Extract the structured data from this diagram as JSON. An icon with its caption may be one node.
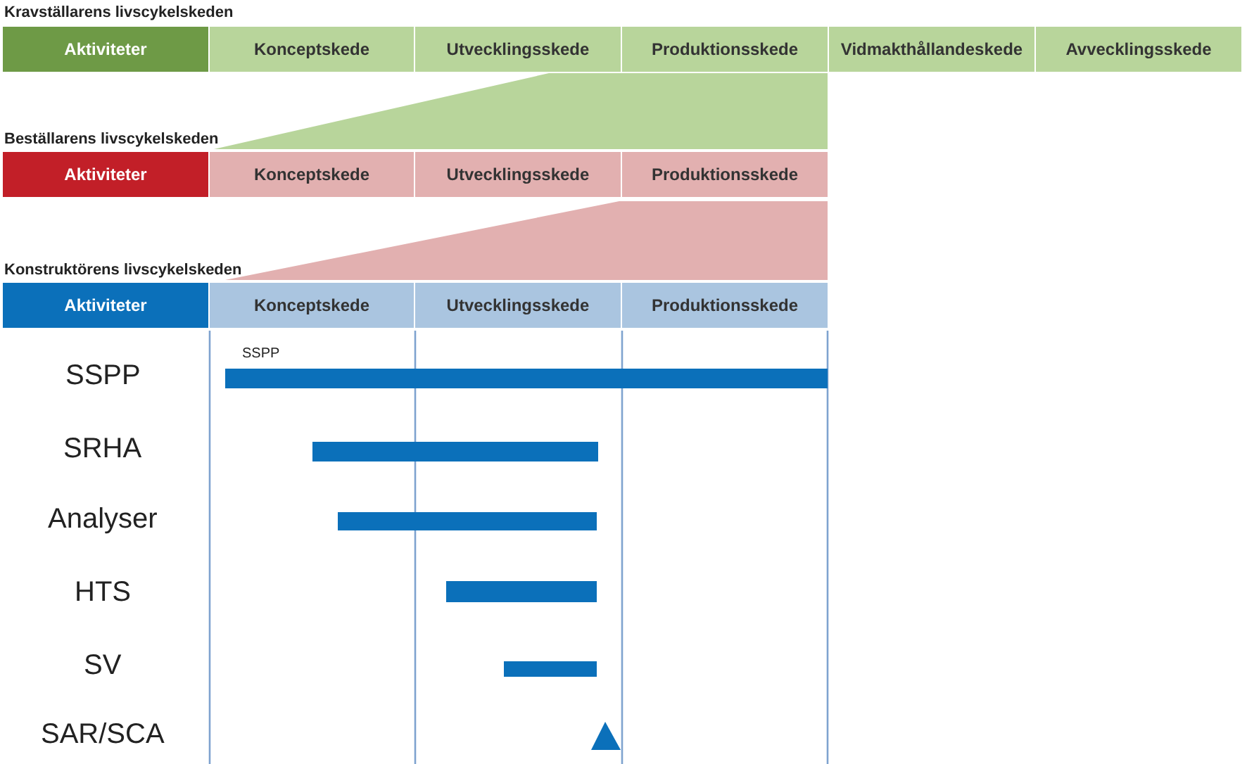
{
  "diagram": {
    "nodes": [
      {
        "text": [
          "Aktiviteter"
        ]
      },
      {
        "text": [
          "Konceptskede"
        ]
      },
      {
        "text": [
          "Utvecklingsskede"
        ]
      },
      {
        "text": [
          "Produktionsskede"
        ]
      },
      {
        "text": [
          "Vidmakthållandeskede"
        ]
      },
      {
        "text": [
          "Avvecklingsskede"
        ]
      },
      {
        "text": [],
        "shape": "trapezoid"
      },
      {
        "text": [
          "Aktiviteter"
        ]
      },
      {
        "text": [
          "Konceptskede"
        ]
      },
      {
        "text": [
          "Utvecklingsskede"
        ]
      },
      {
        "text": [
          "Produktionsskede"
        ]
      },
      {
        "text": [],
        "shape": "trapezoid"
      },
      {
        "text": [
          "Aktiviteter"
        ]
      },
      {
        "text": [
          "Konceptskede"
        ]
      },
      {
        "text": [
          "Utvecklingsskede"
        ]
      },
      {
        "text": [
          "Produktionsskede"
        ]
      },
      {
        "text": [],
        "shape": "bar"
      },
      {
        "text": [],
        "shape": "bar"
      },
      {
        "text": [],
        "shape": "bar"
      },
      {
        "text": [],
        "shape": "bar"
      },
      {
        "text": [],
        "shape": "bar"
      },
      {
        "text": [],
        "shape": "triangle"
      }
    ],
    "labels": [
      "Kravställarens livscykelskeden",
      "Beställarens livscykelskeden",
      "Konstruktörens livscykelskeden",
      "SSPP",
      "SSPP",
      "SRHA",
      "Analyser",
      "HTS",
      "SV",
      "SAR/SCA"
    ]
  }
}
